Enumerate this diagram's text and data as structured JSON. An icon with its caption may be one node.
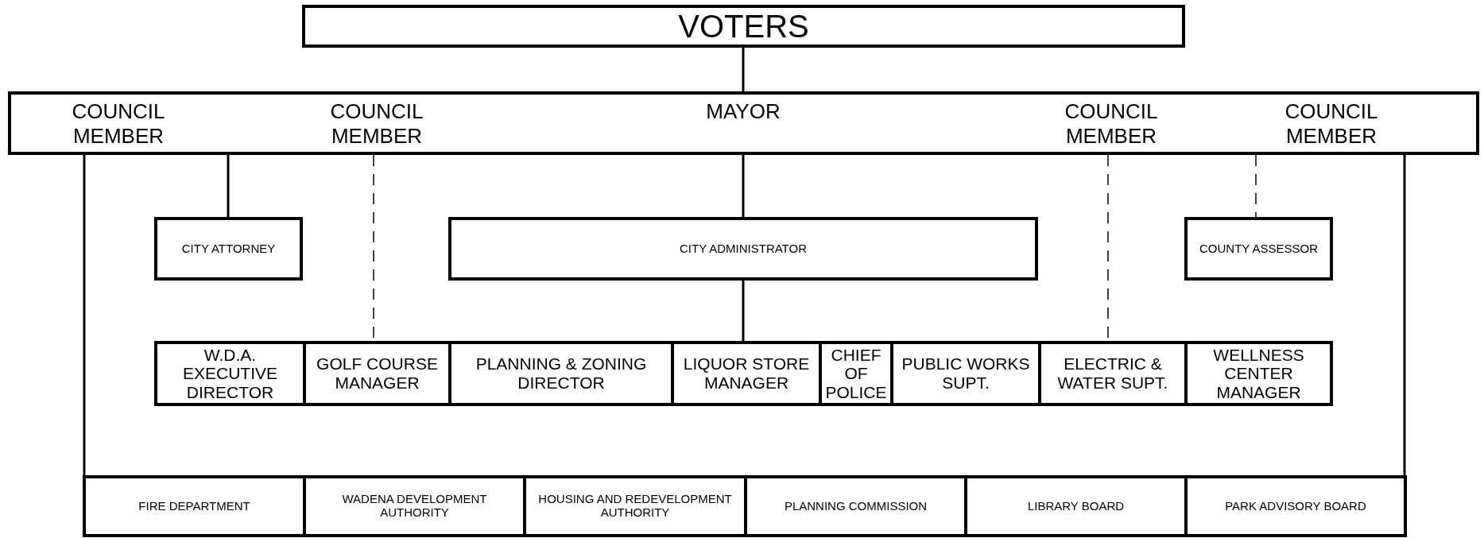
{
  "diagram": {
    "nodes": [
      {
        "text": [
          "VOTERS"
        ]
      },
      {
        "text": [
          "COUNCIL MEMBER",
          "COUNCIL MEMBER",
          "MAYOR",
          "COUNCIL MEMBER",
          "COUNCIL MEMBER"
        ]
      },
      {
        "text": [
          "CITY ATTORNEY"
        ]
      },
      {
        "text": [
          "CITY ADMINISTRATOR"
        ]
      },
      {
        "text": [
          "COUNTY ASSESSOR"
        ]
      },
      {
        "text": [
          "W.D.A. EXECUTIVE DIRECTOR"
        ]
      },
      {
        "text": [
          "GOLF COURSE MANAGER"
        ]
      },
      {
        "text": [
          "PLANNING & ZONING DIRECTOR"
        ]
      },
      {
        "text": [
          "LIQUOR STORE MANAGER"
        ]
      },
      {
        "text": [
          "CHIEF OF POLICE"
        ]
      },
      {
        "text": [
          "PUBLIC WORKS SUPT."
        ]
      },
      {
        "text": [
          "ELECTRIC & WATER SUPT."
        ]
      },
      {
        "text": [
          "WELLNESS CENTER MANAGER"
        ]
      },
      {
        "text": [
          "FIRE DEPARTMENT"
        ]
      },
      {
        "text": [
          "WADENA DEVELOPMENT AUTHORITY"
        ]
      },
      {
        "text": [
          "HOUSING AND REDEVELOPMENT AUTHORITY"
        ]
      },
      {
        "text": [
          "PLANNING COMMISSION"
        ]
      },
      {
        "text": [
          "LIBRARY BOARD"
        ]
      },
      {
        "text": [
          "PARK ADVISORY BOARD"
        ]
      }
    ],
    "edges": [
      {
        "from": 0,
        "to": 1,
        "arrow": "none"
      },
      {
        "from": 1,
        "to": 2,
        "arrow": "none"
      },
      {
        "from": 1,
        "to": 6,
        "arrow": "none",
        "style": "dashed"
      },
      {
        "from": 1,
        "to": 3,
        "arrow": "none"
      },
      {
        "from": 3,
        "to": 8,
        "arrow": "none"
      },
      {
        "from": 1,
        "to": 11,
        "arrow": "none",
        "style": "dashed"
      },
      {
        "from": 1,
        "to": 4,
        "arrow": "none",
        "style": "dashed"
      },
      {
        "from": 1,
        "to": 13,
        "arrow": "none"
      },
      {
        "from": 1,
        "to": 18,
        "arrow": "none"
      }
    ]
  }
}
